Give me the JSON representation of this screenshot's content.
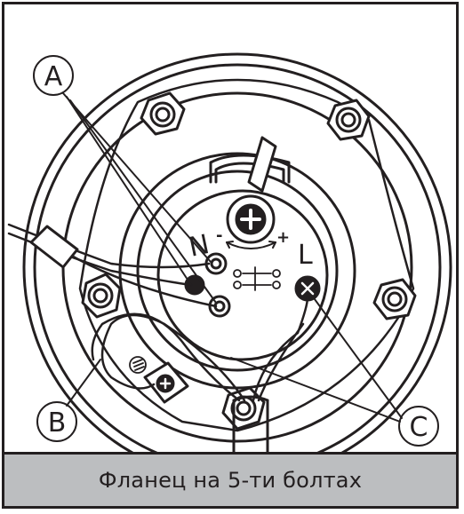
{
  "callouts": {
    "a": "A",
    "b": "B",
    "c": "C"
  },
  "terminals": {
    "n": "N",
    "l": "L"
  },
  "adjust": {
    "minus": "-",
    "plus": "+"
  },
  "caption": "Фланец на 5-ти болтах",
  "colors": {
    "ink": "#231f20",
    "caption_bg": "#bcbec0",
    "background": "#ffffff"
  }
}
